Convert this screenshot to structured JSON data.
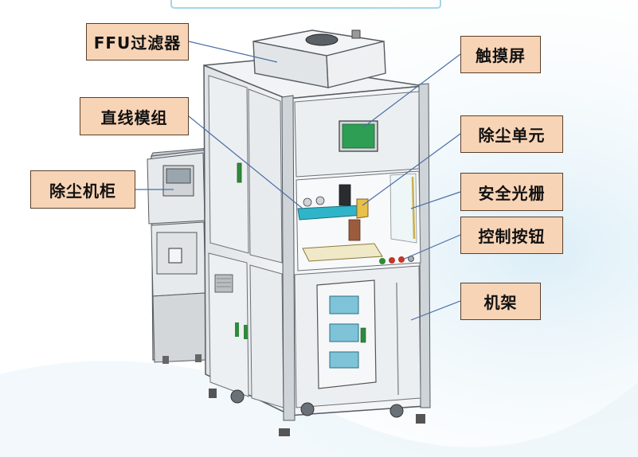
{
  "labels": {
    "ffu_filter": "FFU过滤器",
    "touch_screen": "触摸屏",
    "linear_module": "直线模组",
    "dust_removal_unit": "除尘单元",
    "dust_removal_cabinet": "除尘机柜",
    "safety_light_curtain": "安全光栅",
    "control_buttons": "控制按钮",
    "machine_frame": "机架"
  },
  "colors": {
    "callout_fill": "#f8d4b6",
    "callout_border": "#5a3f2a",
    "leader_line": "#4a6fa5",
    "machine_panel": "#e9ebed",
    "machine_edge": "#555b62",
    "screen": "#2f9e55",
    "rail": "#2fb5c9",
    "latch": "#2e8b3a",
    "window_blue": "#7fc3d8"
  }
}
